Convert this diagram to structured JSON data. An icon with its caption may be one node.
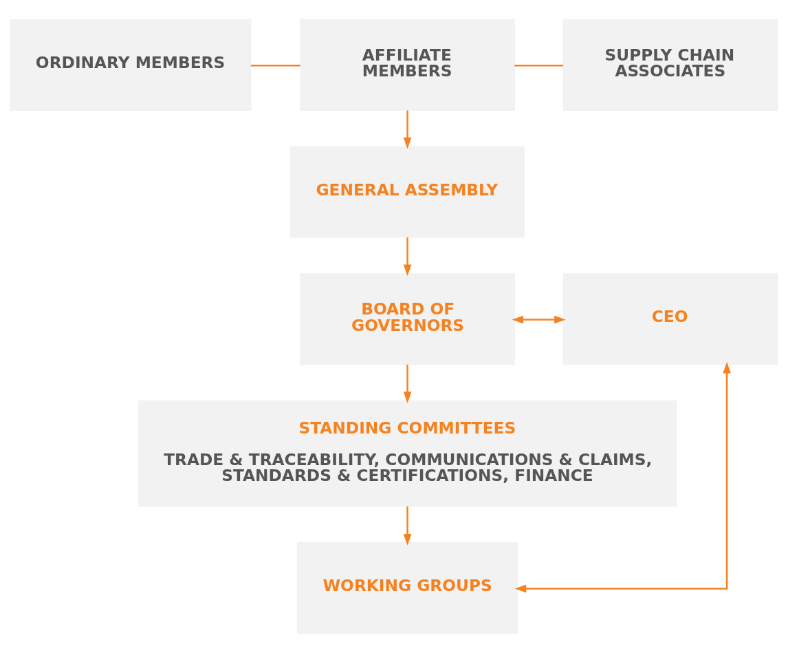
{
  "diagram": {
    "nodes": [
      {
        "text": [
          "ORDINARY MEMBERS"
        ]
      },
      {
        "text": [
          "AFFILIATE MEMBERS"
        ]
      },
      {
        "text": [
          "SUPPLY CHAIN ASSOCIATES"
        ]
      },
      {
        "text": [
          "GENERAL ASSEMBLY"
        ]
      },
      {
        "text": [
          "BOARD OF GOVERNORS"
        ]
      },
      {
        "text": [
          "CEO"
        ]
      },
      {
        "text": [
          "STANDING COMMITTEES",
          "TRADE & TRACEABILITY, COMMUNICATIONS & CLAIMS, STANDARDS & CERTIFICATIONS, FINANCE"
        ]
      },
      {
        "text": [
          "WORKING GROUPS"
        ]
      }
    ],
    "edges": [
      {
        "from": 0,
        "to": 1,
        "arrow": "none"
      },
      {
        "from": 1,
        "to": 2,
        "arrow": "none"
      },
      {
        "from": 1,
        "to": 3,
        "arrow": "to"
      },
      {
        "from": 3,
        "to": 4,
        "arrow": "to"
      },
      {
        "from": 4,
        "to": 5,
        "arrow": "both"
      },
      {
        "from": 4,
        "to": 6,
        "arrow": "to"
      },
      {
        "from": 6,
        "to": 7,
        "arrow": "to"
      },
      {
        "from": 5,
        "to": 7,
        "arrow": "both"
      }
    ]
  }
}
